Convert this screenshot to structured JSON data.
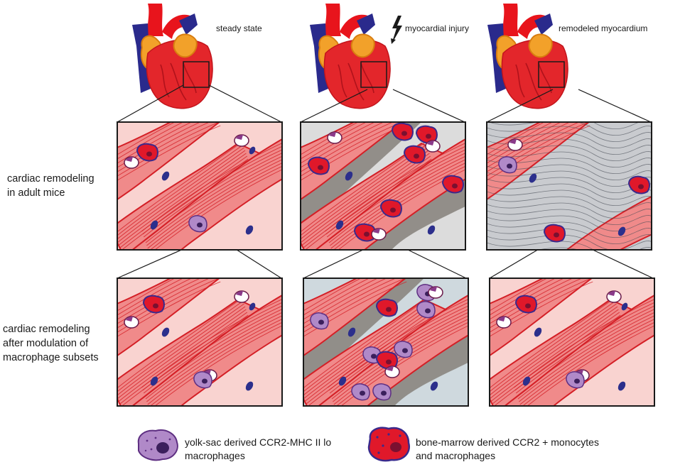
{
  "columns": [
    {
      "label": "steady state",
      "state": "steady"
    },
    {
      "label": "myocardial injury",
      "state": "injury"
    },
    {
      "label": "remodeled myocardium",
      "state": "remodeled"
    }
  ],
  "rows": [
    {
      "label_lines": [
        "cardiac remodeling",
        "in adult mice"
      ]
    },
    {
      "label_lines": [
        "cardiac remodeling",
        "after modulation of",
        "macrophage subsets"
      ]
    }
  ],
  "legend": [
    {
      "kind": "yolk-sac",
      "lines": [
        "yolk-sac derived CCR2-MHC II lo",
        "macrophages"
      ]
    },
    {
      "kind": "bone-marrow",
      "lines": [
        "bone-marrow derived CCR2 + monocytes",
        "and macrophages"
      ]
    }
  ],
  "colors": {
    "heart_red": "#e3262b",
    "vessel_red": "#e8141c",
    "vein_blue": "#2a2a8c",
    "atrium_orange": "#f2a12a",
    "muscle_pink": "#f08a8a",
    "muscle_line": "#d41f26",
    "tissue_bg": "#f9d3d0",
    "injury_gray": "#8a8580",
    "scar_gray": "#c9cbcf",
    "nucleus": "#2c2f8c",
    "yolk_sac_cell": "#b089c8",
    "bone_marrow_cell": "#e0182a"
  }
}
